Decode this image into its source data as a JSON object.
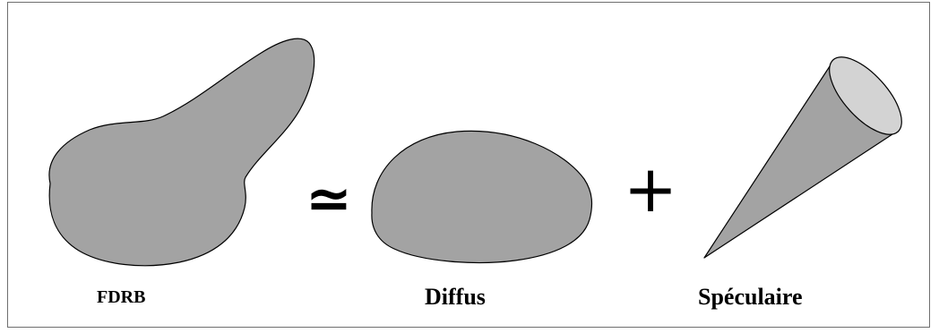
{
  "colors": {
    "shape_fill": "#a3a3a3",
    "cone_opening_fill": "#d3d3d3",
    "stroke": "#000000",
    "frame_border": "#6f6f6f",
    "background": "#ffffff"
  },
  "diagram": {
    "operator_approx": "≃",
    "operator_plus": "+",
    "labels": {
      "brdf": "FDRB",
      "diffuse": "Diffus",
      "specular": "Spéculaire"
    }
  }
}
